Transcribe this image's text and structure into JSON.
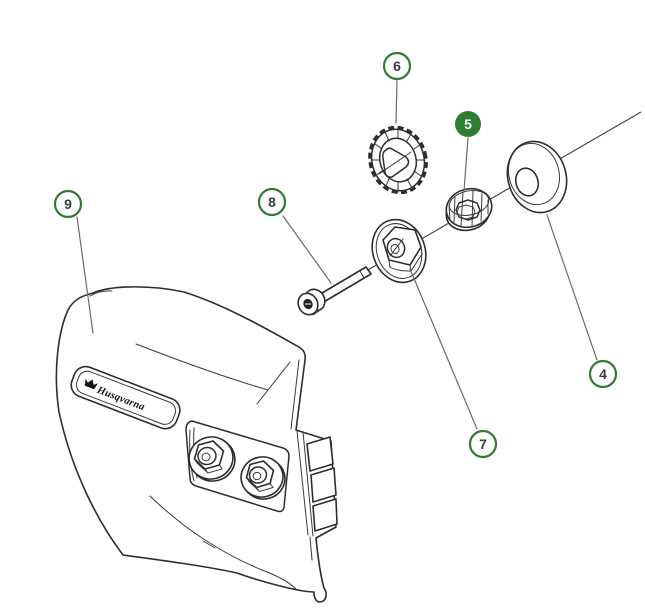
{
  "diagram": {
    "brand": "Husqvarna",
    "background_color": "#ffffff",
    "line_color": "#2d2d2d",
    "accent_color": "#2e7d32",
    "highlighted_callout": "5",
    "callouts": [
      {
        "label": "4",
        "highlighted": false
      },
      {
        "label": "5",
        "highlighted": true
      },
      {
        "label": "6",
        "highlighted": false
      },
      {
        "label": "7",
        "highlighted": false
      },
      {
        "label": "8",
        "highlighted": false
      },
      {
        "label": "9",
        "highlighted": false
      }
    ]
  }
}
